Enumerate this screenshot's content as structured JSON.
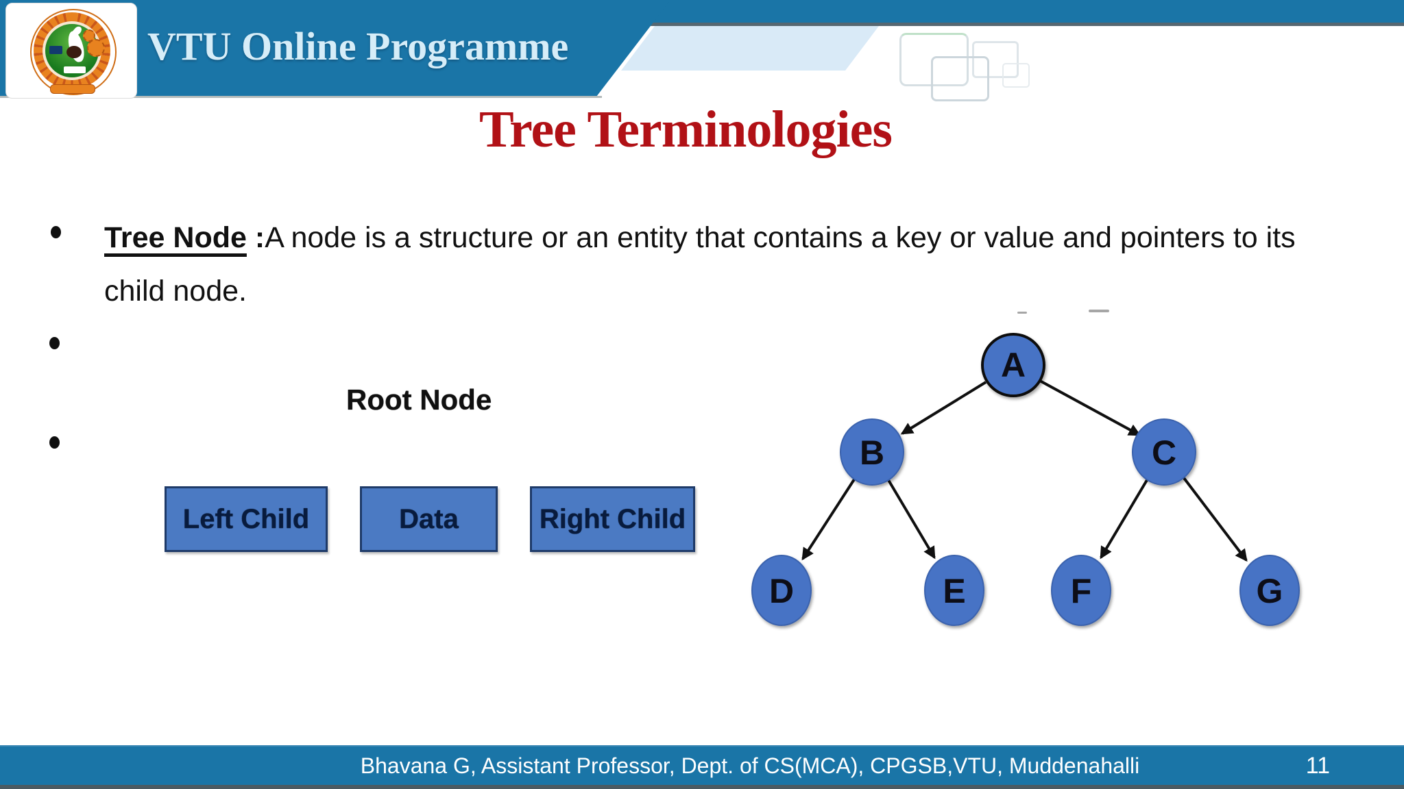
{
  "header": {
    "brand": "VTU Online Programme"
  },
  "title": "Tree Terminologies",
  "bullets": [
    {
      "term": "Tree Node",
      "sep": " :",
      "text": "A node is a structure or an entity that contains a key or value and pointers to its child node."
    },
    {
      "term": "",
      "sep": "",
      "text": ""
    },
    {
      "term": "",
      "sep": "",
      "text": ""
    }
  ],
  "figure": {
    "root_label": "Root Node",
    "boxes": [
      "Left Child",
      "Data",
      "Right Child"
    ]
  },
  "tree": {
    "nodes": [
      "A",
      "B",
      "C",
      "D",
      "E",
      "F",
      "G"
    ],
    "edges": [
      "A-B",
      "A-C",
      "B-D",
      "B-E",
      "C-F",
      "C-G"
    ]
  },
  "footer": {
    "text": "Bhavana G, Assistant Professor, Dept. of CS(MCA), CPGSB,VTU, Muddenahalli",
    "page": "11"
  },
  "colors": {
    "banner_blue": "#1a75a7",
    "light_band_blue": "#d9eaf7",
    "title_red": "#b11116",
    "node_fill_blue": "#4673c5",
    "box_fill_blue": "#4b7ac3",
    "box_border_navy": "#1e3a68",
    "footer_text_white": "#ffffff"
  }
}
